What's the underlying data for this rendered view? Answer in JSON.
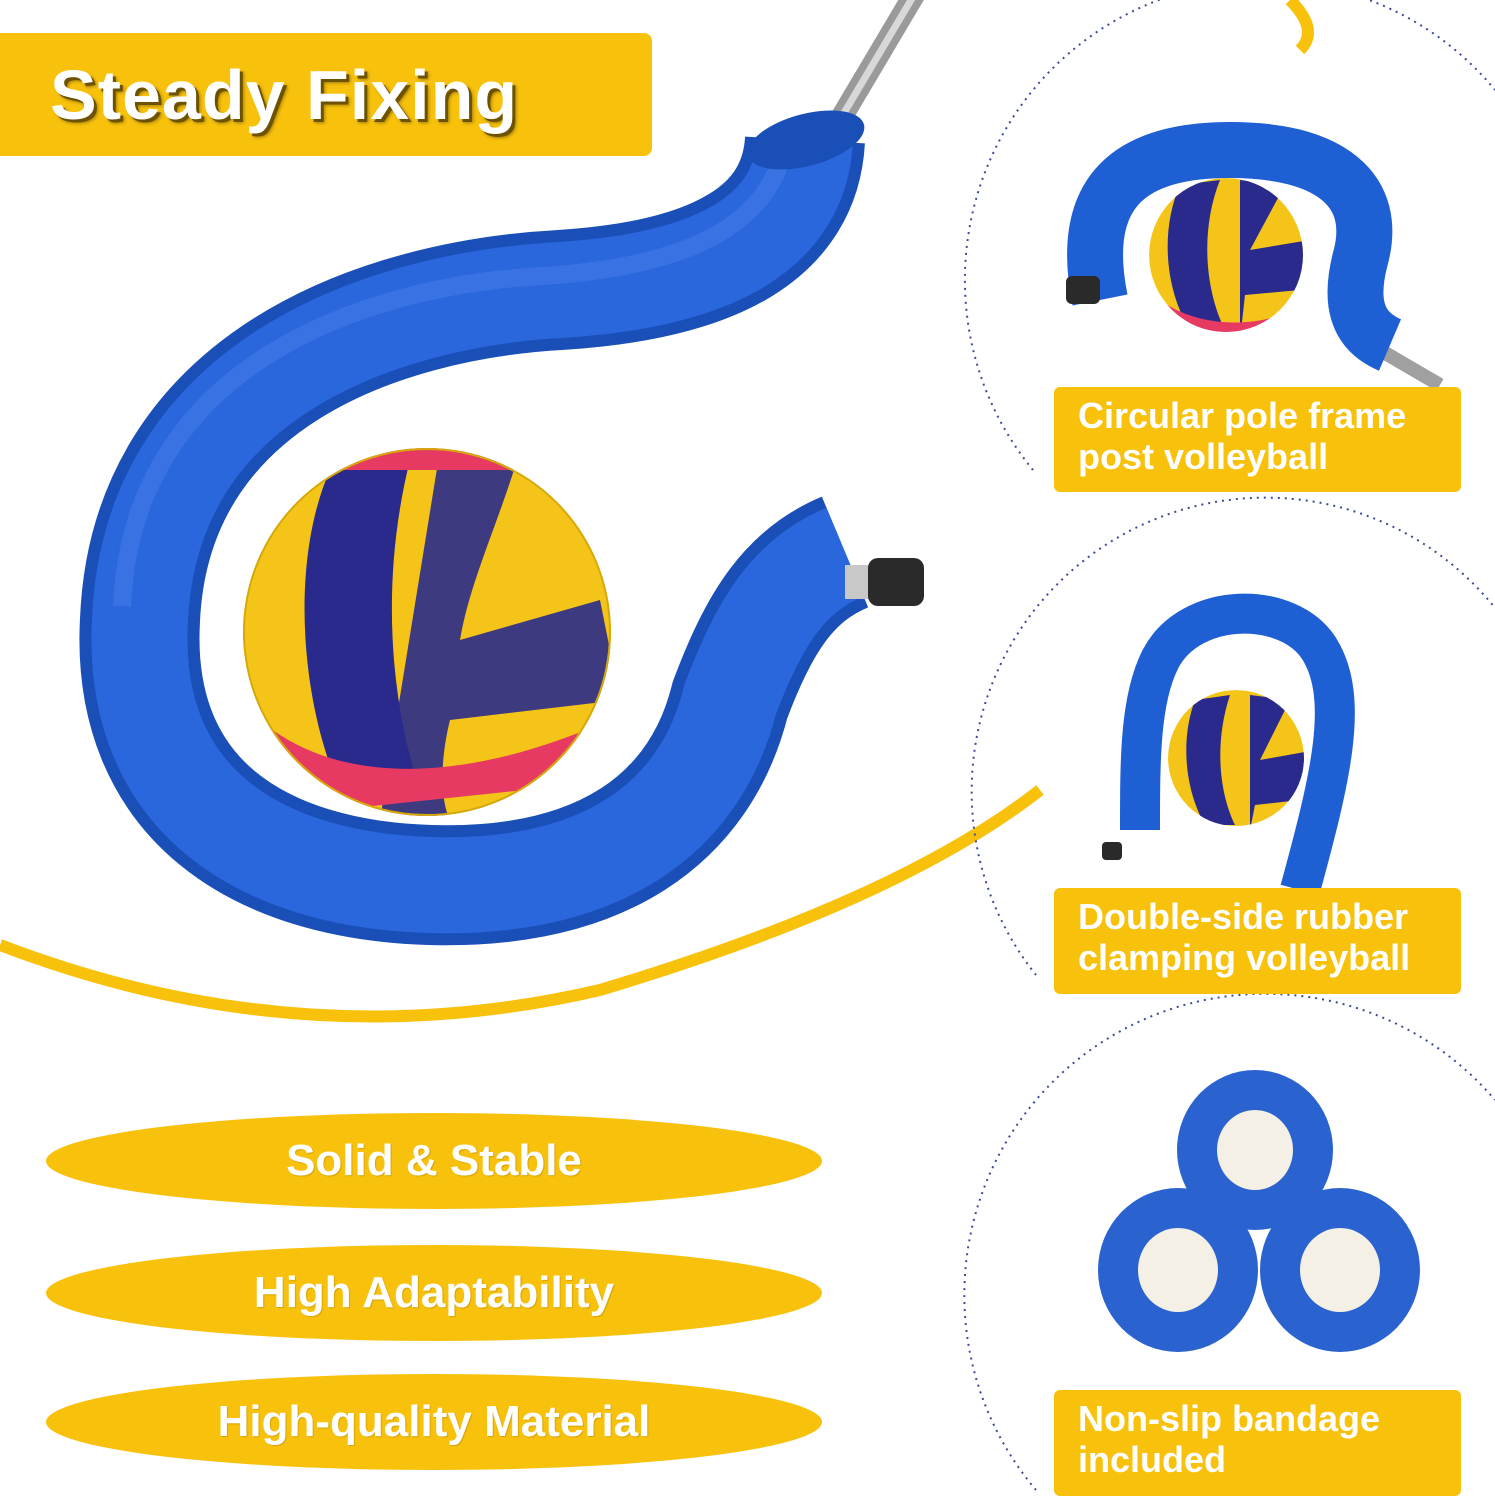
{
  "headline": "Steady Fixing",
  "features": [
    "Solid & Stable",
    "High Adaptability",
    "High-quality Material"
  ],
  "panels": [
    {
      "caption": "Circular pole frame post volleyball"
    },
    {
      "caption": "Double-side rubber clamping volleyball"
    },
    {
      "caption": "Non-slip bandage included"
    }
  ],
  "colors": {
    "accent_yellow": "#f8c10c",
    "foam_blue": "#1f5fd4",
    "ball_yellow": "#f4c518",
    "ball_navy": "#2a2a8c",
    "ball_pink": "#e63a63"
  }
}
